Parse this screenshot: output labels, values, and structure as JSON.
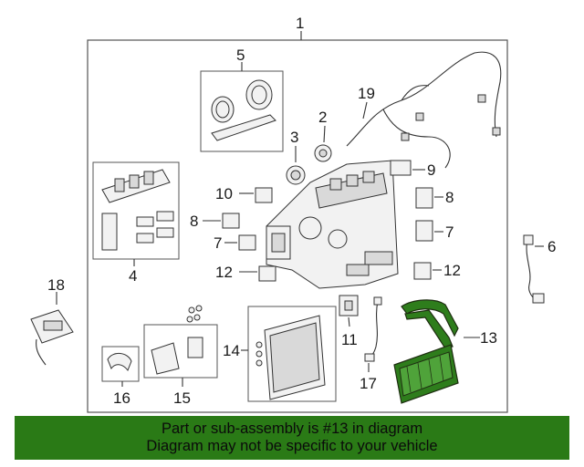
{
  "callouts": {
    "c1": "1",
    "c2": "2",
    "c3": "3",
    "c4": "4",
    "c5": "5",
    "c6": "6",
    "c7a": "7",
    "c7b": "7",
    "c8a": "8",
    "c8b": "8",
    "c9": "9",
    "c10": "10",
    "c11": "11",
    "c12a": "12",
    "c12b": "12",
    "c13": "13",
    "c14": "14",
    "c15": "15",
    "c16": "16",
    "c17": "17",
    "c18": "18",
    "c19": "19"
  },
  "highlight": {
    "part_number": "13",
    "color": "#2e7d1c"
  },
  "banner": {
    "line1": "Part or sub-assembly is #13 in diagram",
    "line2": "Diagram may not be specific to your vehicle",
    "color": "#2a7a16"
  }
}
